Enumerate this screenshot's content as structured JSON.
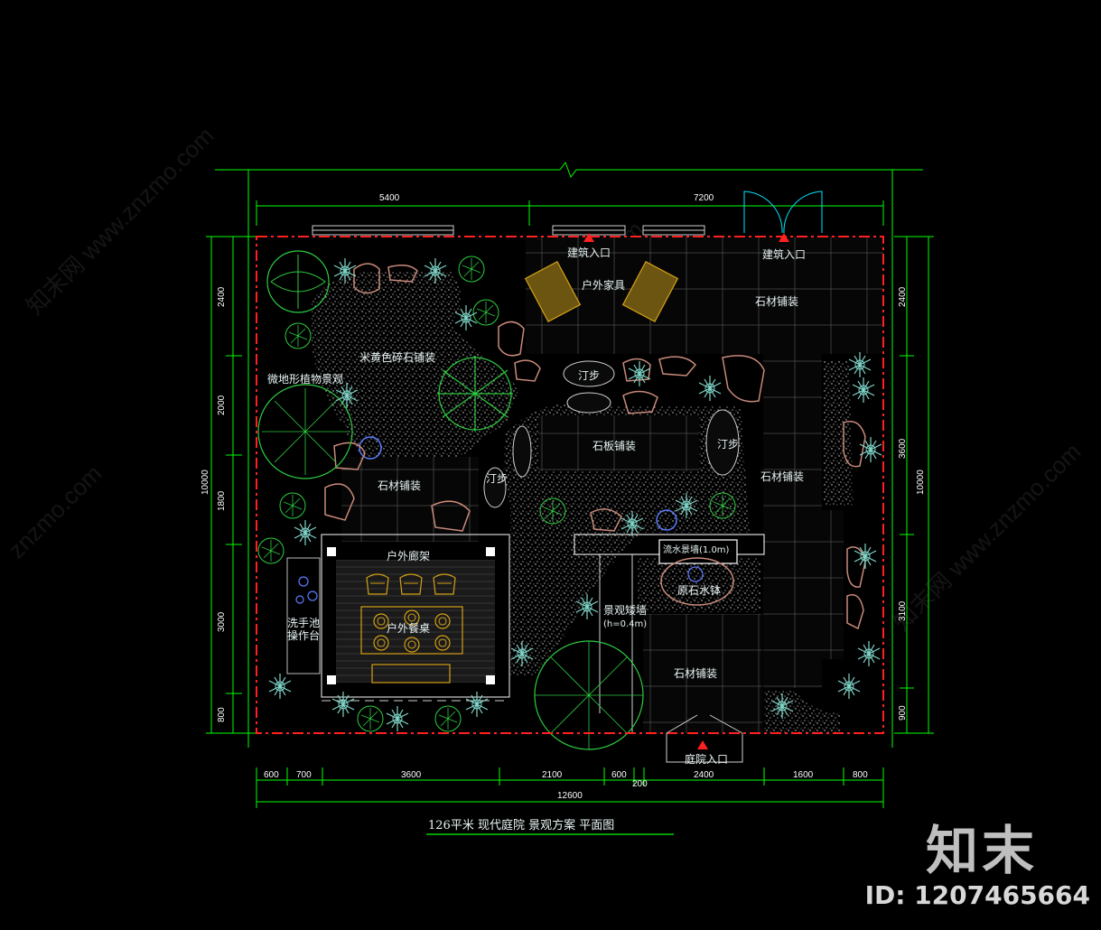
{
  "title": "126平米 现代庭院 景观方案 平面图",
  "brand": "知末",
  "image_id": "ID: 1207465664",
  "watermark": "znzmo.com",
  "watermark_cn": "知末网 www.znzmo.com",
  "colors": {
    "background": "#000000",
    "dimension_line": "#00ff00",
    "boundary": "#ff2020",
    "label": "#e8f4f4",
    "plant": "#2ecc40",
    "rock": "#c98a7a",
    "gravel": "#dddddd",
    "furniture": "#d4a017"
  },
  "labels": {
    "entry_building_1": "建筑入口",
    "entry_building_2": "建筑入口",
    "outdoor_furniture": "户外家具",
    "stone_paving_top": "石材铺装",
    "gravel_area": "米黄色碎石铺装",
    "micro_terrain": "微地形植物景观",
    "stepping_1": "汀步",
    "stepping_2": "汀步",
    "stepping_3": "汀步",
    "slate_paving": "石板铺装",
    "stone_paving_left": "石材铺装",
    "stone_paving_right": "石材铺装",
    "stone_paving_bottom": "石材铺装",
    "pergola": "户外廊架",
    "dining_table": "户外餐桌",
    "wash_basin_1": "洗手池",
    "wash_basin_2": "操作台",
    "water_wall": "流水景墙(1.0m)",
    "water_bowl": "原石水钵",
    "feature_wall_1": "景观矮墙",
    "feature_wall_2": "(h=0.4m)",
    "yard_entry": "庭院入口"
  },
  "dimensions": {
    "top": [
      "5400",
      "7200"
    ],
    "bottom": [
      "600",
      "700",
      "3600",
      "2100",
      "600",
      "200",
      "2400",
      "1600",
      "800"
    ],
    "bottom_total": "12600",
    "left": [
      "2400",
      "2000",
      "1800",
      "3000",
      "800"
    ],
    "left_total": "10000",
    "right": [
      "2400",
      "3600",
      "3100",
      "900"
    ],
    "right_total": "10000"
  }
}
